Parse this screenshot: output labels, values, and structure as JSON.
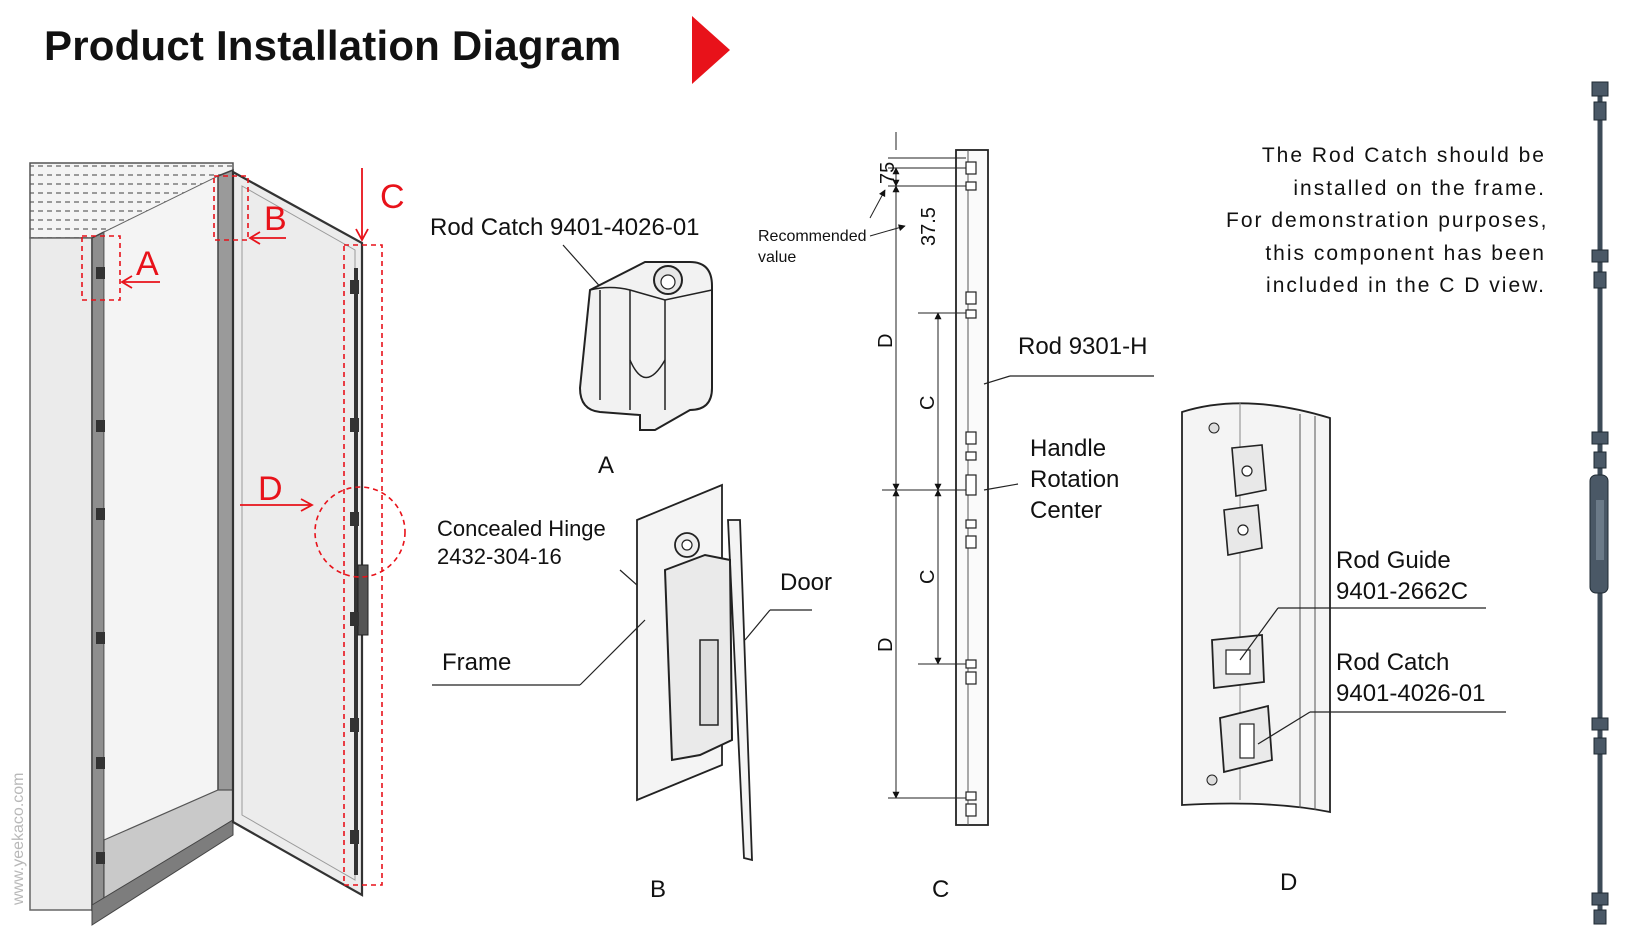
{
  "title": "Product Installation Diagram",
  "colors": {
    "accent": "#e8121a",
    "line": "#222222",
    "panel": "#ececec"
  },
  "cabinet": {
    "callouts": [
      "A",
      "B",
      "C",
      "D"
    ]
  },
  "view_a": {
    "caption": "A",
    "rod_catch": "Rod Catch 9401-4026-01"
  },
  "view_b": {
    "caption": "B",
    "hinge": [
      "Concealed Hinge",
      "2432-304-16"
    ],
    "frame": "Frame",
    "door": "Door"
  },
  "view_c": {
    "caption": "C",
    "dim_75": "75",
    "dim_37": "37.5",
    "recommended": [
      "Recommended",
      "value"
    ],
    "dim_letters": [
      "D",
      "C",
      "C",
      "D"
    ],
    "rod": "Rod 9301-H",
    "handle": [
      "Handle",
      "Rotation",
      "Center"
    ]
  },
  "view_d": {
    "caption": "D",
    "rod_guide": [
      "Rod Guide",
      "9401-2662C"
    ],
    "rod_catch": [
      "Rod Catch",
      "9401-4026-01"
    ]
  },
  "note": [
    "The Rod Catch should be",
    "installed on the frame.",
    "For demonstration purposes,",
    "this component has been",
    "included in the C D view."
  ],
  "watermark": "www.yeekaco.com"
}
